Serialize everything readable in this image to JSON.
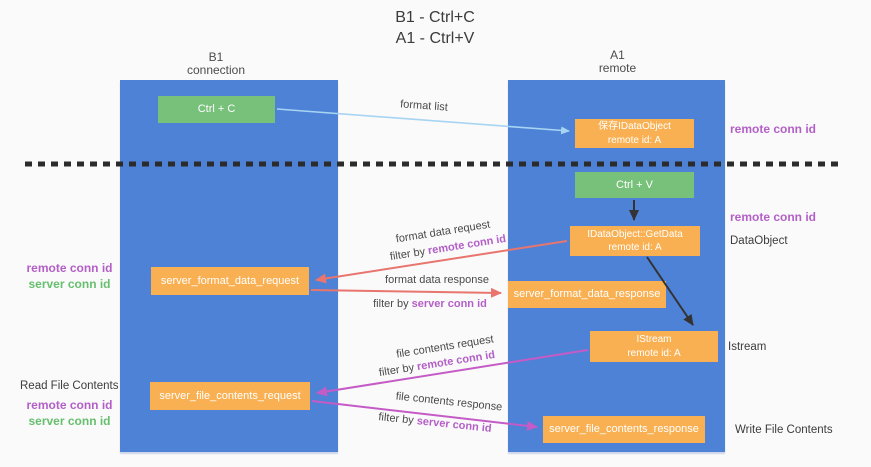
{
  "title": {
    "line1": "B1 - Ctrl+C",
    "line2": "A1 - Ctrl+V"
  },
  "lanes": {
    "left": {
      "name": "B1",
      "role": "connection"
    },
    "right": {
      "name": "A1",
      "role": "remote"
    }
  },
  "nodes": {
    "ctrl_c": {
      "label": "Ctrl + C"
    },
    "save_idataobject": {
      "line1": "保存IDataObject",
      "line2": "remote id: A"
    },
    "ctrl_v": {
      "label": "Ctrl + V"
    },
    "getdata": {
      "line1": "IDataObject::GetData",
      "line2": "remote id: A"
    },
    "server_format_data_request": {
      "label": "server_format_data_request"
    },
    "server_format_data_response": {
      "label": "server_format_data_response"
    },
    "istream": {
      "line1": "IStream",
      "line2": "remote id: A"
    },
    "server_file_contents_request": {
      "label": "server_file_contents_request"
    },
    "server_file_contents_response": {
      "label": "server_file_contents_response"
    }
  },
  "flow_labels": {
    "format_list": "format list",
    "format_data_request": "format data request",
    "format_data_response": "format data response",
    "file_contents_request": "file contents request",
    "file_contents_response": "file contents response",
    "filter_by": "filter by",
    "remote_conn_id": "remote conn id",
    "server_conn_id": "server conn id"
  },
  "side_labels": {
    "remote_conn_id_top_right": "remote conn id",
    "remote_conn_id_mid_right": "remote conn id",
    "dataobject": "DataObject",
    "istream": "Istream",
    "write_file_contents": "Write File Contents",
    "remote_conn_id_mid_left": "remote conn id",
    "server_conn_id_mid_left": "server conn id",
    "read_file_contents": "Read File Contents",
    "remote_conn_id_bottom_left": "remote conn id",
    "server_conn_id_bottom_left": "server conn id"
  },
  "colors": {
    "lane_blue": "#4d82d6",
    "node_orange": "#f9b052",
    "node_green": "#77c17b",
    "arrow_light_blue": "#a7d4f2",
    "arrow_black": "#333333",
    "arrow_red": "#e8756e",
    "arrow_magenta": "#c45bc6",
    "text_purple": "#b45fc8",
    "text_green": "#66bf6e",
    "text_dark": "#3c3c3c",
    "background": "#fafafa"
  }
}
